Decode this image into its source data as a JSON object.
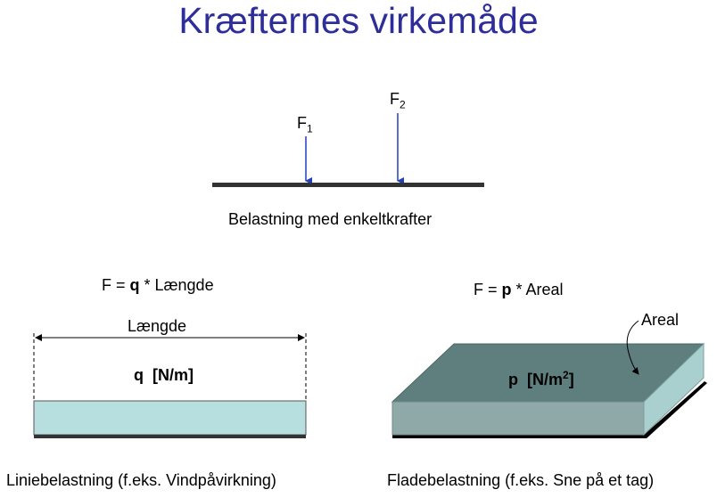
{
  "title": "Kræfternes virkemåde",
  "point_loads": {
    "f1": {
      "base": "F",
      "sub": "1"
    },
    "f2": {
      "base": "F",
      "sub": "2"
    },
    "caption": "Belastning med enkeltkrafter"
  },
  "line_load": {
    "formula_prefix": "F = ",
    "formula_var": "q",
    "formula_suffix": " * Længde",
    "length_label": "Længde",
    "load_label": "q  [N/m]",
    "caption": "Liniebelastning (f.eks. Vindpåvirkning)"
  },
  "area_load": {
    "formula_prefix": "F = ",
    "formula_var": "p",
    "formula_suffix": " * Areal",
    "area_label": "Areal",
    "load_label": "p  [N/m",
    "load_sup": "2",
    "load_close": "]",
    "caption": "Fladebelastning (f.eks. Sne på et tag)"
  },
  "colors": {
    "title": "#2e2e9a",
    "arrow": "#1f3fbf",
    "beam": "#333333",
    "line_load_fill": "#b7dfe0",
    "slab_top": "#5f7f7e",
    "slab_front": "#8ea9a8",
    "slab_side": "#a9cfcf"
  }
}
